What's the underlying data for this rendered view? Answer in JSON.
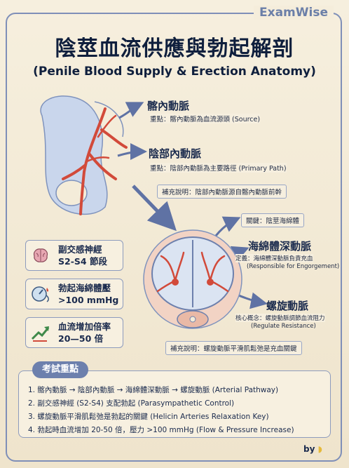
{
  "brand": "ExamWise",
  "title": "陰莖血流供應與勃起解剖",
  "subtitle": "(Penile Blood Supply & Erection Anatomy)",
  "labels": {
    "internal_iliac": "髂內動脈",
    "internal_iliac_note": "重點：髂內動脈為血流源頭 (Source)",
    "internal_pudendal": "陰部內動脈",
    "internal_pudendal_note": "重點：陰部內動脈為主要路徑 (Primary Path)",
    "pudendal_supp": "補充說明：陰部內動脈源自髂內動脈前幹",
    "key_cc": "關鍵：陰莖海綿體",
    "deep_artery": "海綿體深動脈",
    "deep_def": "定義：海綿體深動脈負責充血",
    "deep_def_en": "(Responsible for Engorgement)",
    "helicine": "螺旋動脈",
    "helicine_core": "核心概念：螺旋動脈調節血流阻力",
    "helicine_core_en": "(Regulate Resistance)",
    "helicine_supp": "補充說明：螺旋動脈平滑肌鬆弛是充血關鍵"
  },
  "cards": [
    {
      "line1": "副交感神經",
      "line2": "S2-S4 節段",
      "icon": "brain-icon"
    },
    {
      "line1": "勃起海綿體壓",
      "line2": ">100 mmHg",
      "icon": "pressure-gauge-icon"
    },
    {
      "line1": "血流增加倍率",
      "line2": "20—50 倍",
      "icon": "trend-up-icon"
    }
  ],
  "exam": {
    "tag": "考試重點",
    "points": [
      "1. 髂內動脈 → 陰部內動脈 → 海綿體深動脈 → 螺旋動脈 (Arterial Pathway)",
      "2. 副交感神經 (S2-S4) 支配勃起 (Parasympathetic Control)",
      "3. 螺旋動脈平滑肌鬆弛是勃起的關鍵 (Helicin Arteries Relaxation Key)",
      "4. 勃起時血流增加 20-50 倍，壓力 >100 mmHg (Flow & Pressure Increase)"
    ]
  },
  "byline": "by",
  "colors": {
    "accent": "#6d80ad",
    "artery": "#d24a3a",
    "bone": "#c9d6ec"
  }
}
